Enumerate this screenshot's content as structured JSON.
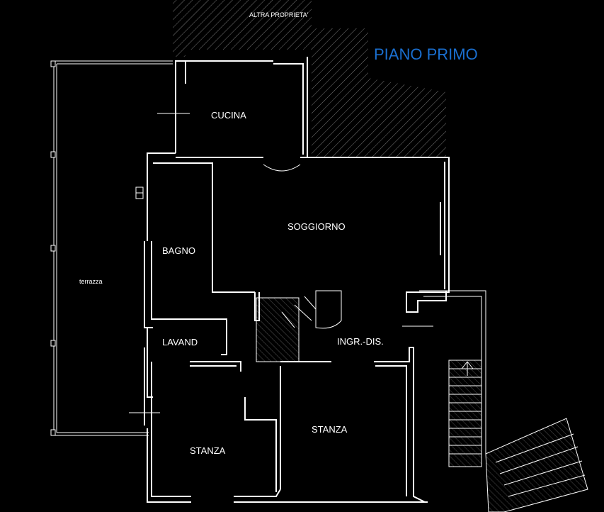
{
  "title": "PIANO PRIMO",
  "title_color": "#1a6fd0",
  "line_color": "#ffffff",
  "background_color": "#000000",
  "labels": {
    "altra_proprieta": "ALTRA PROPRIETA'",
    "cucina": "CUCINA",
    "soggiorno": "SOGGIORNO",
    "bagno": "BAGNO",
    "terrazza": "terrazza",
    "lavand": "LAVAND",
    "ingresso": "INGR.-DIS.",
    "stanza_right": "STANZA",
    "stanza_left": "STANZA"
  }
}
